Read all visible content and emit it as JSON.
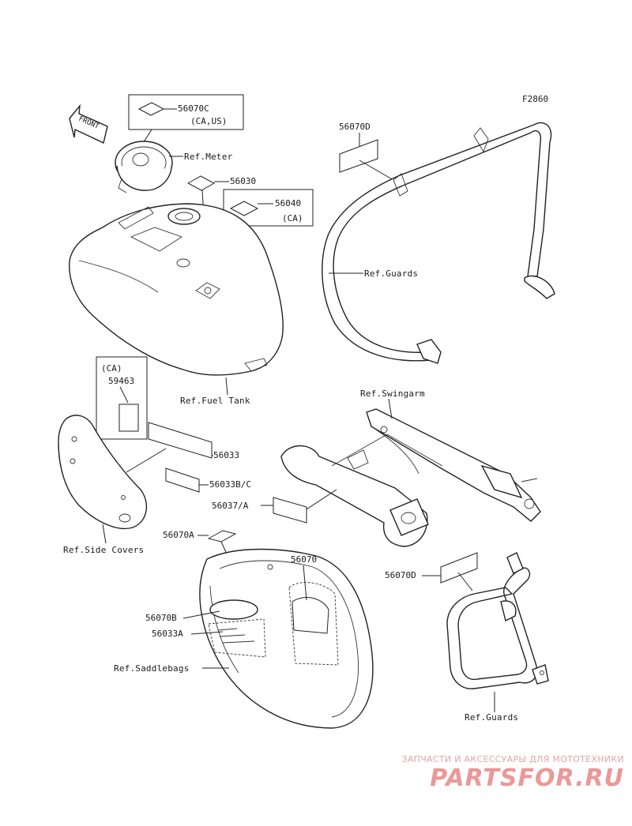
{
  "figure_code": "F2860",
  "front_label": "FRONT",
  "parts": {
    "p56070C": "56070C",
    "p56070C_note": "(CA,US)",
    "p56030": "56030",
    "p56040": "56040",
    "p56040_note": "(CA)",
    "p56070D_top": "56070D",
    "ca_note": "(CA)",
    "p59463": "59463",
    "p56033": "56033",
    "p56033BC": "56033B/C",
    "p56037A": "56037/A",
    "p56070A": "56070A",
    "p56070": "56070",
    "p56070B": "56070B",
    "p56033A": "56033A",
    "p56070D_bottom": "56070D"
  },
  "refs": {
    "meter": "Ref.Meter",
    "guards_top": "Ref.Guards",
    "fuel_tank": "Ref.Fuel Tank",
    "swingarm": "Ref.Swingarm",
    "side_covers": "Ref.Side Covers",
    "saddlebags": "Ref.Saddlebags",
    "guards_bottom": "Ref.Guards"
  },
  "watermark": {
    "line1": "ЗАПЧАСТИ И АКСЕССУАРЫ ДЛЯ МОТОТЕХНИКИ",
    "brand": "PARTSFOR.RU"
  }
}
